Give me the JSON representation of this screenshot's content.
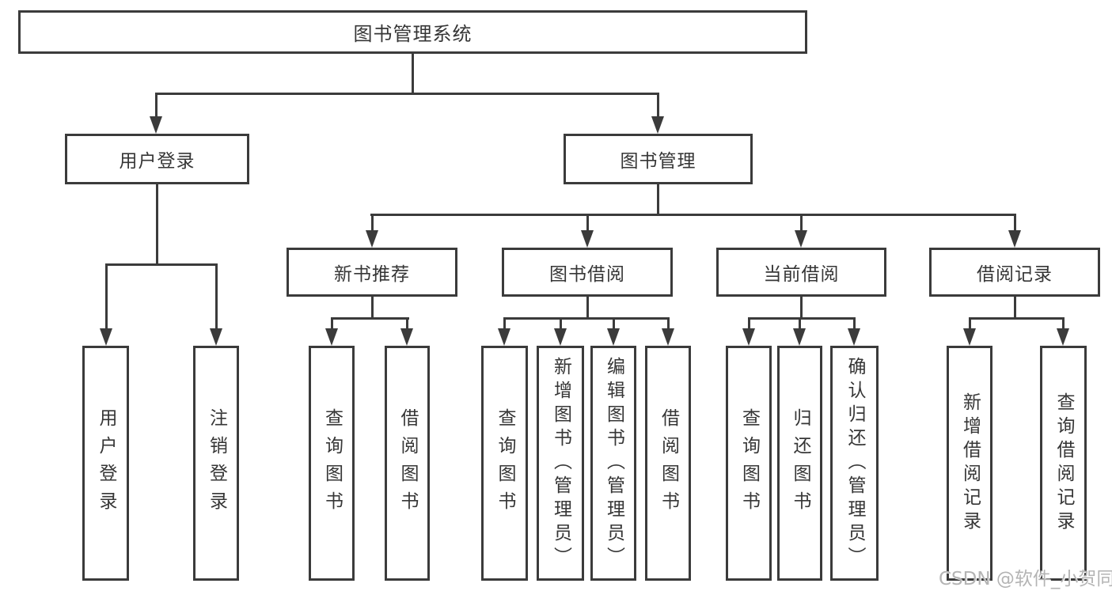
{
  "diagram": {
    "root_label": "图书管理系统",
    "level2": {
      "user_login": "用户登录",
      "book_management": "图书管理"
    },
    "level3": {
      "new_book_recommend": "新书推荐",
      "book_borrowing": "图书借阅",
      "current_borrowing": "当前借阅",
      "borrowing_records": "借阅记录"
    },
    "leaves": {
      "login": [
        "用户登录",
        "注销登录"
      ],
      "recommend": [
        "查询图书",
        "借阅图书"
      ],
      "borrow": [
        "查询图书",
        "新增图书（管理员）",
        "编辑图书（管理员）",
        "借阅图书"
      ],
      "current": [
        "查询图书",
        "归还图书",
        "确认归还（管理员）"
      ],
      "records": [
        "新增借阅记录",
        "查询借阅记录"
      ]
    }
  },
  "watermark": "CSDN @软件_小贺同学",
  "colors": {
    "line": "#3b3b3b",
    "text": "#363636",
    "watermark": "#b4b4b4",
    "background": "#ffffff"
  }
}
